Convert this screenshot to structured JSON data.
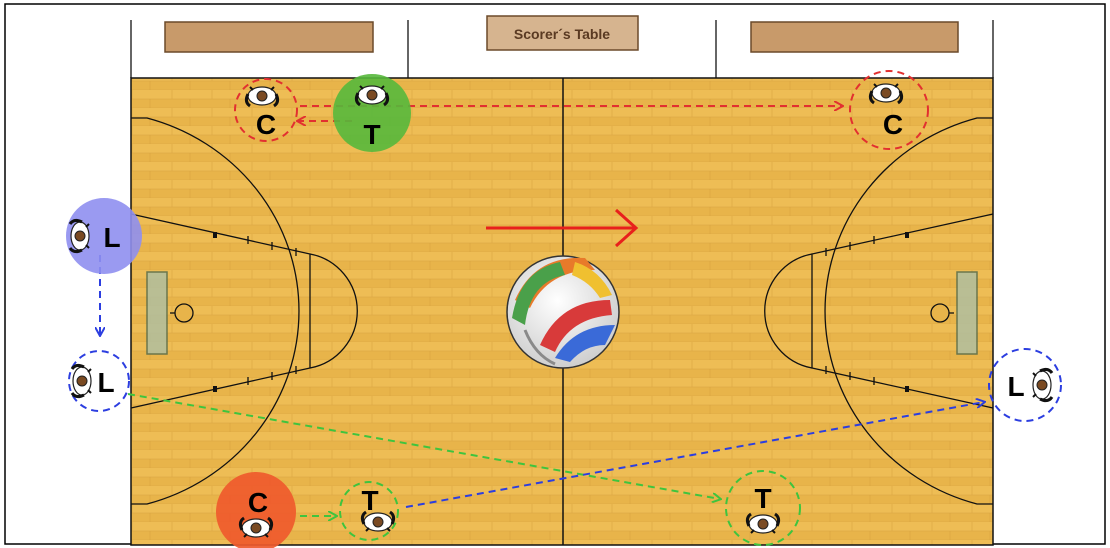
{
  "scorers_table": {
    "label": "Scorer´s Table"
  },
  "officials": [
    {
      "id": "c-top-left",
      "letter": "C",
      "style": "dashed",
      "color": "#e23030"
    },
    {
      "id": "t-top",
      "letter": "T",
      "style": "filled",
      "color": "#56b83c"
    },
    {
      "id": "c-top-right",
      "letter": "C",
      "style": "dashed",
      "color": "#e23030"
    },
    {
      "id": "l-left-filled",
      "letter": "L",
      "style": "filled",
      "color": "#8f8ff0"
    },
    {
      "id": "l-left-dashed",
      "letter": "L",
      "style": "dashed",
      "color": "#2c3ee0"
    },
    {
      "id": "l-right",
      "letter": "L",
      "style": "dashed",
      "color": "#2c3ee0"
    },
    {
      "id": "c-bottom",
      "letter": "C",
      "style": "filled",
      "color": "#ef5a2c"
    },
    {
      "id": "t-bottom-left",
      "letter": "T",
      "style": "dashed",
      "color": "#3ec43e"
    },
    {
      "id": "t-bottom-right",
      "letter": "T",
      "style": "dashed",
      "color": "#3ec43e"
    }
  ],
  "colors": {
    "court_wood": "#e8b44a",
    "court_line": "#111111",
    "play_arrow": "#e8201c",
    "table_wood": "#c89a6a"
  }
}
